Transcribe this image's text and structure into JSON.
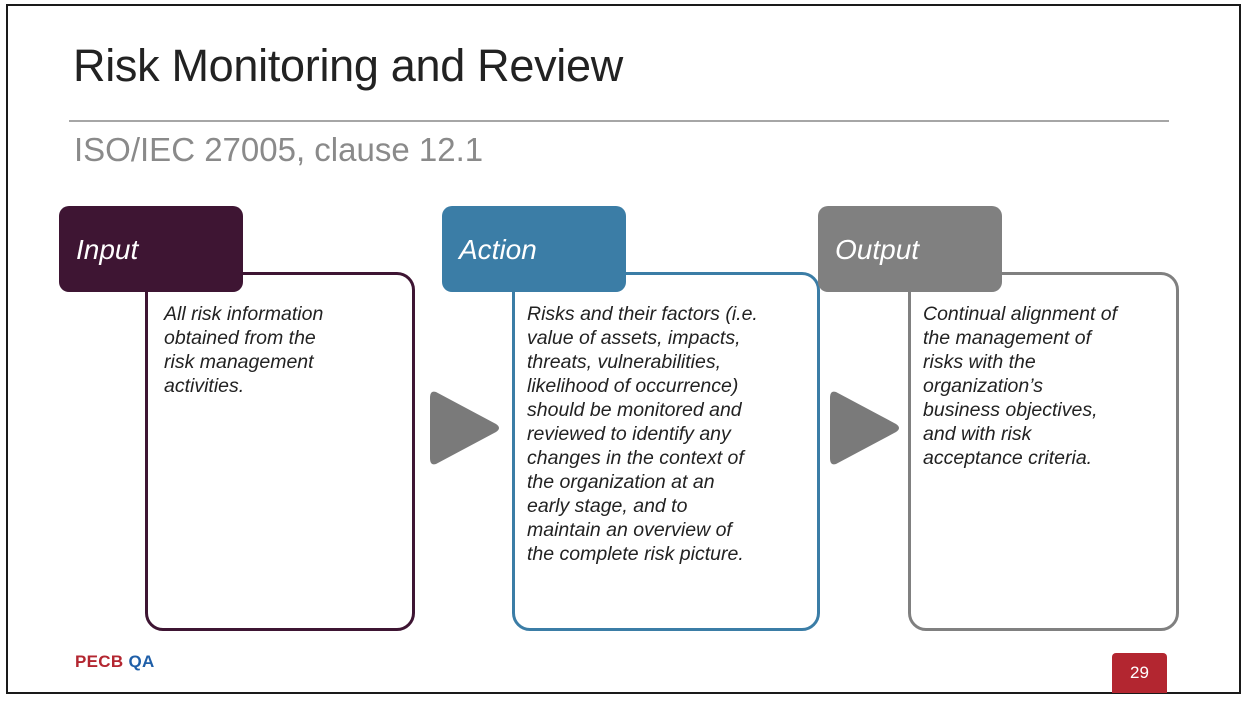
{
  "slide": {
    "title": "Risk Monitoring and Review",
    "subtitle": "ISO/IEC 27005, clause 12.1",
    "page_number": "29"
  },
  "logo": {
    "part1": "PECB",
    "part2": "QA"
  },
  "colors": {
    "input": "#3e1533",
    "action": "#3b7da6",
    "output": "#808080",
    "arrow": "#7a7a7a",
    "brand_red": "#b32630",
    "brand_blue": "#1f5fa8"
  },
  "steps": [
    {
      "label": "Input",
      "lines": [
        "All risk information",
        "obtained from the",
        "risk management",
        "activities."
      ]
    },
    {
      "label": "Action",
      "lines": [
        "Risks and their factors (i.e.",
        "value of assets, impacts,",
        "threats, vulnerabilities,",
        "likelihood of occurrence)",
        "should be monitored and",
        "reviewed to identify any",
        "changes in the context of",
        "the organization at an",
        "early stage, and to",
        "maintain an overview of",
        "the complete risk picture."
      ]
    },
    {
      "label": "Output",
      "lines": [
        "Continual alignment of",
        "the management of",
        "risks with the",
        "organization’s",
        "business objectives,",
        "and with risk",
        "acceptance criteria."
      ]
    }
  ]
}
